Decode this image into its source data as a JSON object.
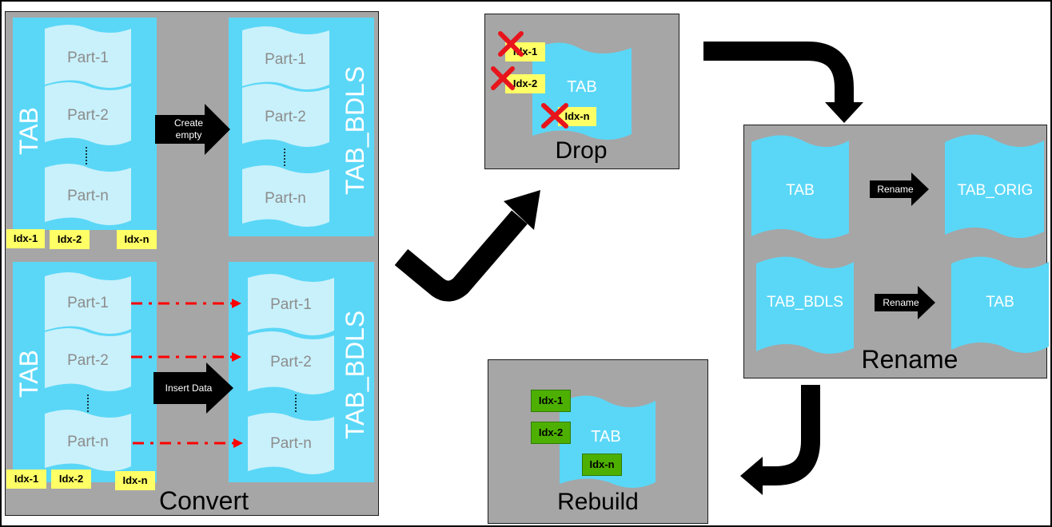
{
  "convert": {
    "title": "Convert",
    "top": {
      "tab_label": "TAB",
      "bdls_label": "TAB_BDLS",
      "parts_left": [
        "Part-1",
        "Part-2",
        "Part-n"
      ],
      "parts_right": [
        "Part-1",
        "Part-2",
        "Part-n"
      ],
      "arrow_label": "Create empty",
      "indexes": [
        "Idx-1",
        "Idx-2",
        "Idx-n"
      ]
    },
    "bottom": {
      "tab_label": "TAB",
      "bdls_label": "TAB_BDLS",
      "parts_left": [
        "Part-1",
        "Part-2",
        "Part-n"
      ],
      "parts_right": [
        "Part-1",
        "Part-2",
        "Part-n"
      ],
      "arrow_label": "Insert Data",
      "indexes": [
        "Idx-1",
        "Idx-2",
        "Idx-n"
      ]
    }
  },
  "drop": {
    "title": "Drop",
    "tab_label": "TAB",
    "indexes": [
      "Idx-1",
      "Idx-2",
      "Idx-n"
    ]
  },
  "rename": {
    "title": "Rename",
    "row1": {
      "from": "TAB",
      "arrow_label": "Rename",
      "to": "TAB_ORIG"
    },
    "row2": {
      "from": "TAB_BDLS",
      "arrow_label": "Rename",
      "to": "TAB"
    }
  },
  "rebuild": {
    "title": "Rebuild",
    "tab_label": "TAB",
    "indexes": [
      "Idx-1",
      "Idx-2",
      "Idx-n"
    ]
  },
  "colors": {
    "panel": "#a6a6a6",
    "table": "#5ad7f7",
    "part": "#c9f1fb",
    "index_yellow": "#ffff66",
    "index_green": "#4db000",
    "cross": "#e8141c",
    "dash_arrow": "#ff0000"
  }
}
